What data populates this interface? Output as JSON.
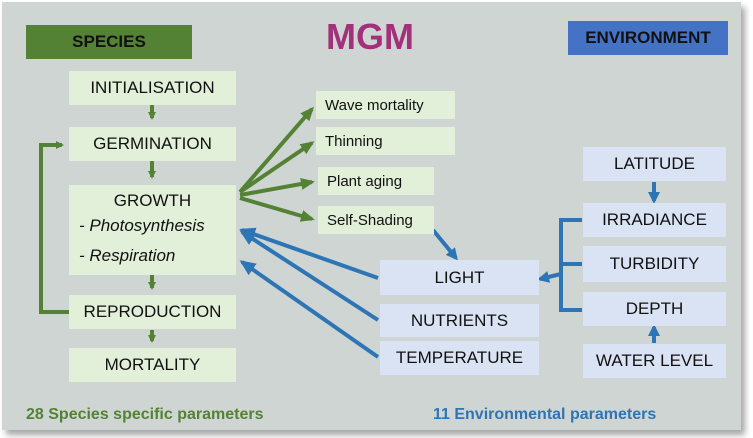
{
  "title": "MGM",
  "species_header": "SPECIES",
  "environment_header": "ENVIRONMENT",
  "species_steps": {
    "initialisation": "INITIALISATION",
    "germination": "GERMINATION",
    "growth": "GROWTH",
    "photosynthesis": "- Photosynthesis",
    "respiration": "- Respiration",
    "reproduction": "REPRODUCTION",
    "mortality": "MORTALITY"
  },
  "growth_effects": [
    "Wave mortality",
    "Thinning",
    "Plant aging",
    "Self-Shading"
  ],
  "drivers": [
    "LIGHT",
    "NUTRIENTS",
    "TEMPERATURE"
  ],
  "environment_vars": [
    "LATITUDE",
    "IRRADIANCE",
    "TURBIDITY",
    "DEPTH",
    "WATER LEVEL"
  ],
  "footer": {
    "species_params": "28 Species specific parameters",
    "env_params": "11 Environmental parameters"
  },
  "colors": {
    "green_arrow": "#548235",
    "blue_arrow": "#2e75b6",
    "header_green": "#548235",
    "header_blue": "#4472c4",
    "title": "#a3307a",
    "footer_green": "#548235",
    "footer_blue": "#2e75b6"
  }
}
